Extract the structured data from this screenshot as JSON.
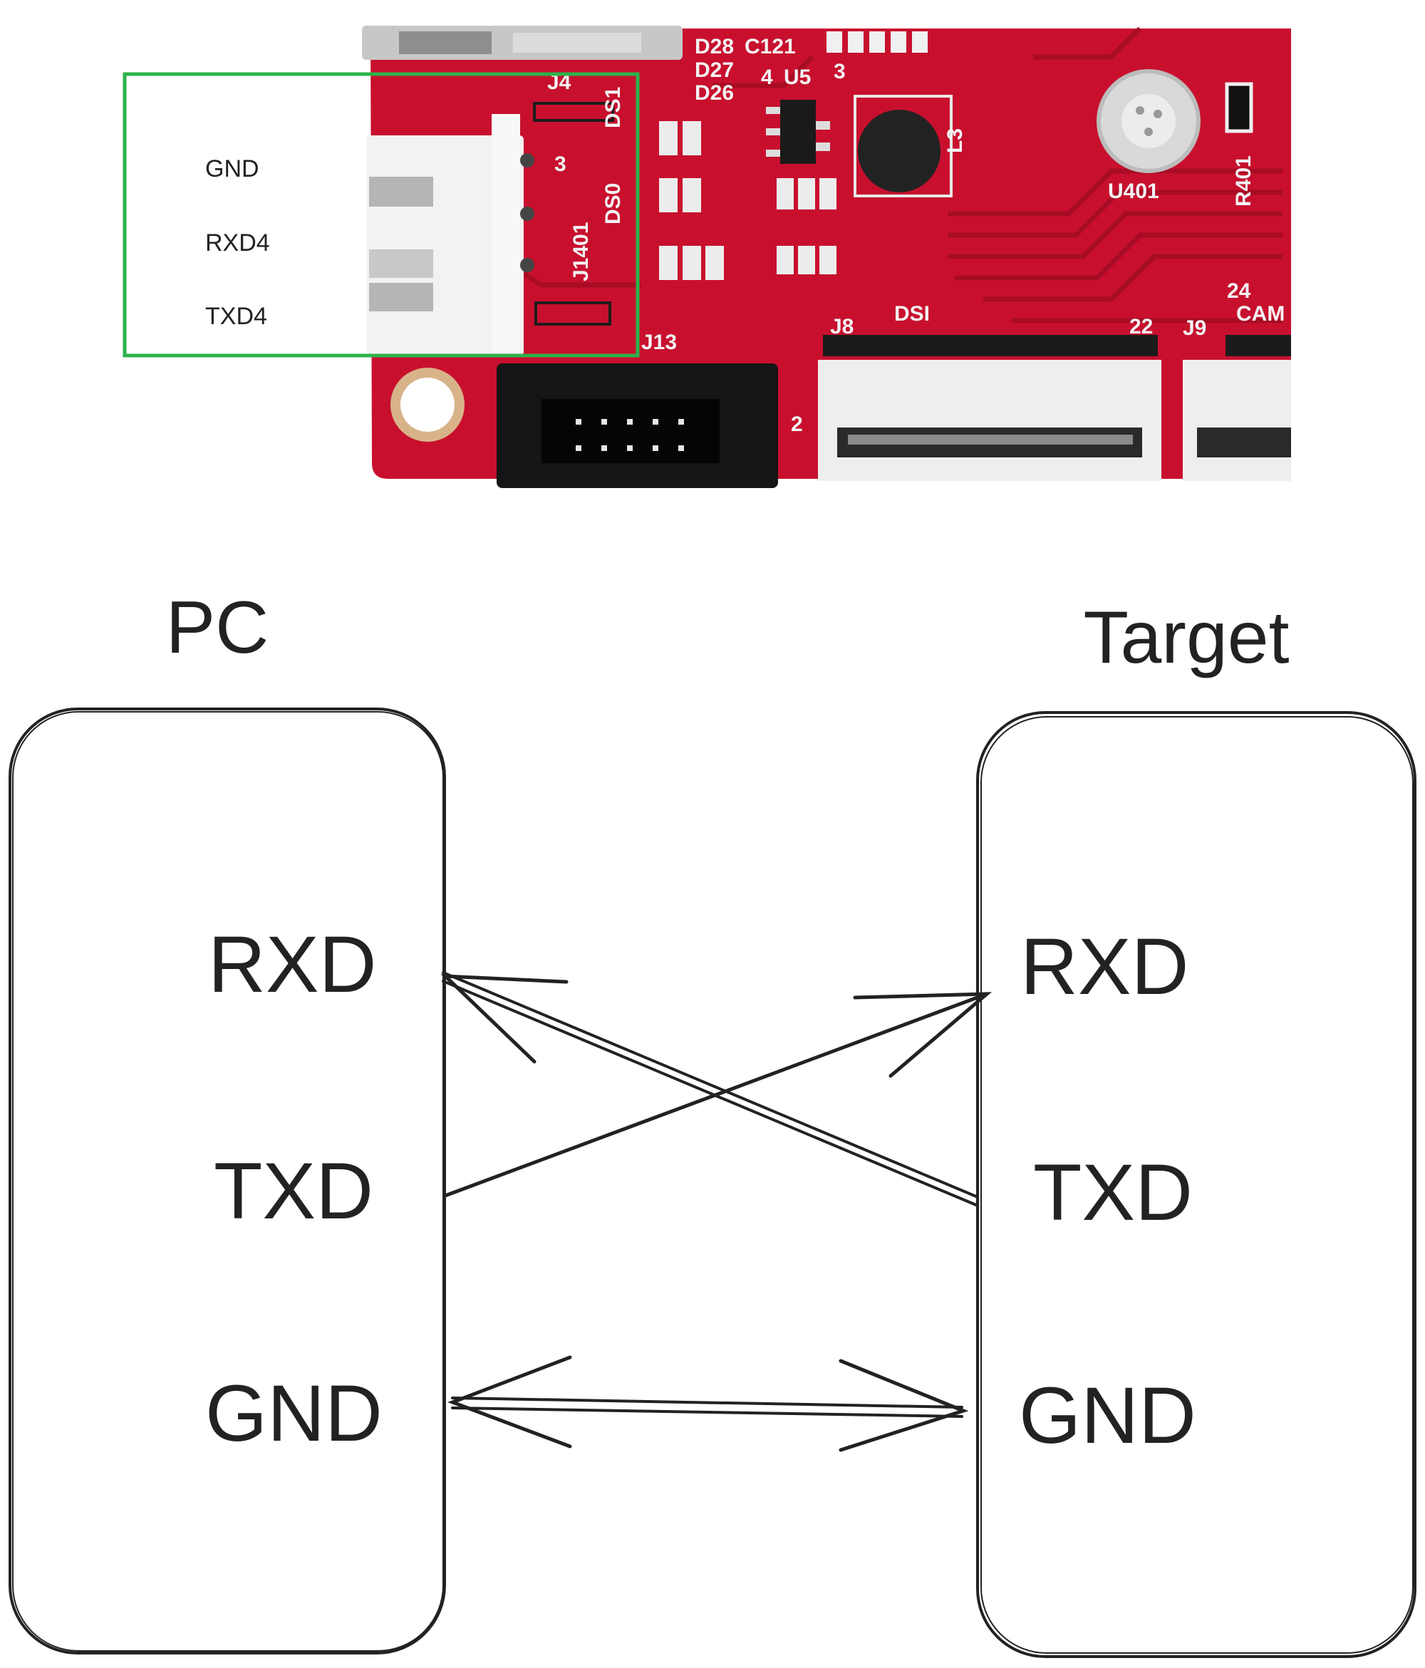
{
  "board": {
    "connector_labels": [
      "GND",
      "RXD4",
      "TXD4"
    ],
    "silkscreen": {
      "j4": "J4",
      "j1401": "J1401",
      "u5": "U5",
      "u401": "U401",
      "r401": "R401",
      "l3": "L3",
      "dsi": "DSI",
      "j8": "J8",
      "j9": "J9",
      "j13": "J13",
      "cam": "CAM",
      "n22": "22",
      "n24": "24",
      "n3": "3",
      "n4": "4",
      "n2": "2",
      "c121": "C121",
      "d26": "D26",
      "d27": "D27",
      "d28": "D28",
      "ds1": "DS1",
      "ds0": "DS0"
    },
    "colors": {
      "pcb": "#c8102e",
      "pcb_dark": "#a50c25",
      "highlight_box": "#2db24a",
      "connector": "#f2f2f2",
      "header": "#151515"
    }
  },
  "diagram": {
    "left_title": "PC",
    "right_title": "Target",
    "left_pins": [
      "RXD",
      "TXD",
      "GND"
    ],
    "right_pins": [
      "RXD",
      "TXD",
      "GND"
    ],
    "connections": [
      {
        "from": "PC.TXD",
        "to": "Target.RXD"
      },
      {
        "from": "Target.TXD",
        "to": "PC.RXD"
      },
      {
        "from": "PC.GND",
        "to": "Target.GND",
        "bidirectional": true
      }
    ]
  }
}
